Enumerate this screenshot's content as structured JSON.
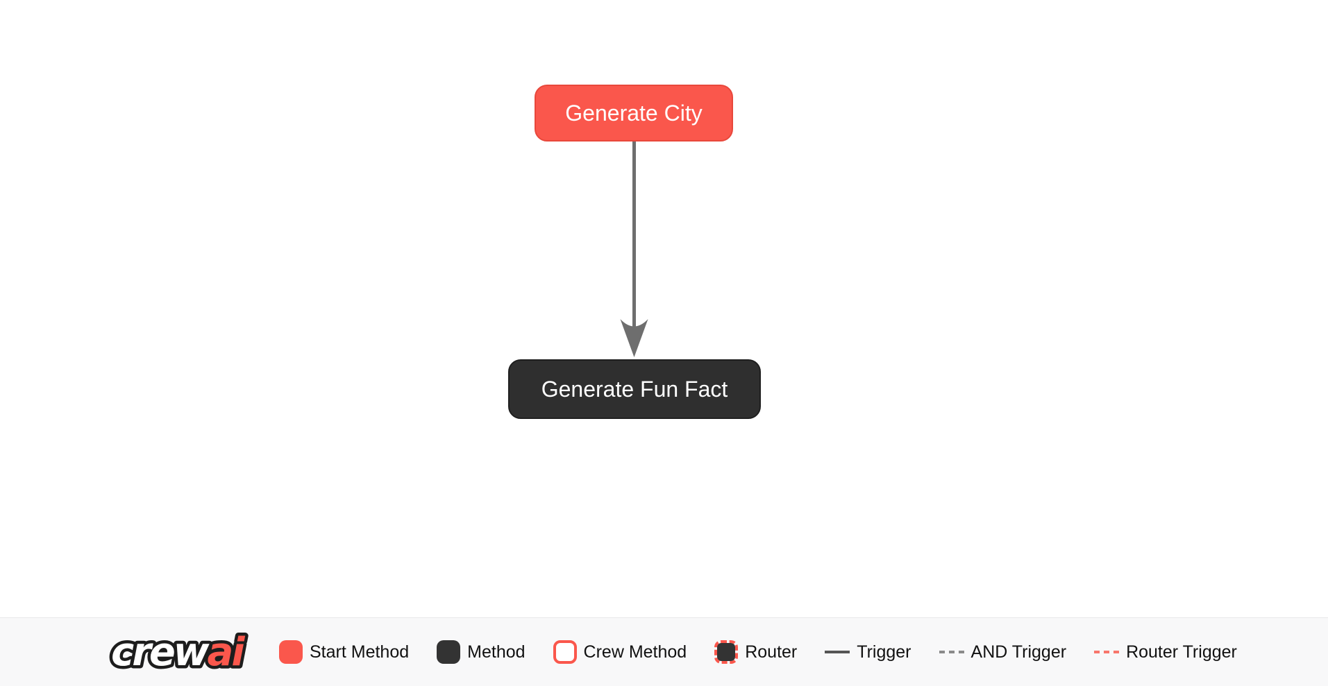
{
  "page": {
    "background": "#ffffff"
  },
  "diagram": {
    "nodes": [
      {
        "id": "generate_city",
        "label": "Generate City",
        "type": "start_method",
        "fill": "#FA574C",
        "border": "#E8473B",
        "text_color": "#FFFFFF"
      },
      {
        "id": "generate_fun_fact",
        "label": "Generate Fun Fact",
        "type": "method",
        "fill": "#2F2F2F",
        "border": "#1F1F1F",
        "text_color": "#FFFFFF"
      }
    ],
    "edges": [
      {
        "from": "generate_city",
        "to": "generate_fun_fact",
        "type": "trigger",
        "color": "#6E6E6E"
      }
    ]
  },
  "legend": {
    "logo": {
      "crew": "crew",
      "ai": "ai",
      "crew_color": "#FFFFFF",
      "ai_color": "#FA574C",
      "outline_color": "#1D1D1D",
      "halo_color": "#F8F8F9"
    },
    "items": [
      {
        "label": "Start Method"
      },
      {
        "label": "Method"
      },
      {
        "label": "Crew Method"
      },
      {
        "label": "Router"
      },
      {
        "label": "Trigger"
      },
      {
        "label": "AND Trigger"
      },
      {
        "label": "Router Trigger"
      }
    ],
    "colors": {
      "start": "#FA574C",
      "method": "#333333",
      "crew_border": "#FA574C",
      "router_fill": "#333333",
      "router_border": "#FA574C",
      "trigger": "#555555",
      "and_trigger": "#8A8A8A",
      "router_trigger": "#F8766C",
      "bar_background": "#F8F8F9",
      "label_color": "#111111"
    }
  }
}
